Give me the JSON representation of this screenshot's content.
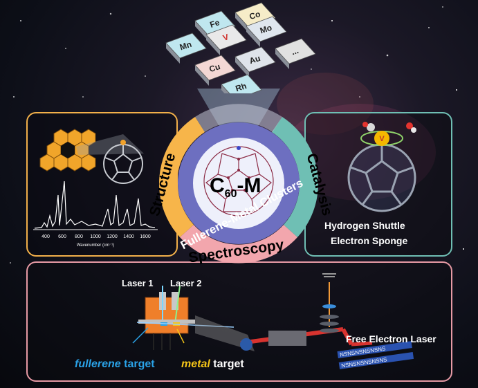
{
  "elements": {
    "row1": [
      "Fe",
      "Co"
    ],
    "row2": [
      "Mn",
      "V",
      "Mo"
    ],
    "row3": [
      "Cu",
      "Au",
      "..."
    ],
    "row4": [
      "Rh"
    ]
  },
  "center": {
    "c": "C",
    "sub": "60",
    "m": "-M"
  },
  "ring": {
    "structure": "Structure",
    "catalysis": "Catalysis",
    "spectroscopy": "Spectroscopy",
    "inner": "Fullerene-Metal Clusters"
  },
  "spectrum": {
    "ticks": [
      "400",
      "600",
      "800",
      "1000",
      "1200",
      "1400",
      "1600"
    ],
    "xlabel": "Wavenumber (cm⁻¹)"
  },
  "catalysis_panel": {
    "line1": "Hydrogen Shuttle",
    "line2": "Electron Sponge",
    "atom": "V"
  },
  "bottom": {
    "laser1": "Laser 1",
    "laser2": "Laser 2",
    "fullerene_word": "fullerene",
    "target_word": " target",
    "metal_word": "metal",
    "target_word2": " target",
    "fel": "Free Electron Laser",
    "undulator1": "NSNSNSNSNSNS",
    "undulator2": "NSNSNSNSNSNS"
  },
  "colors": {
    "structure_ring": "#f7b54a",
    "catalysis_ring": "#6fbfb4",
    "spectroscopy_ring": "#f2a6ad",
    "inner_ring": "#6d6fc0",
    "fullerene_blue": "#2aa3e8",
    "metal_yellow": "#f5c518",
    "laser_red": "#d8332f"
  }
}
